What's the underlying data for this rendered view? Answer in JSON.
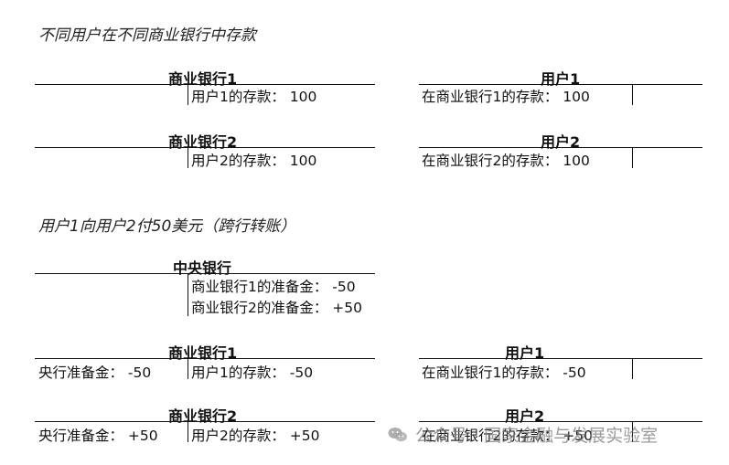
{
  "sections": {
    "s1": "不同用户在不同商业银行中存款",
    "s2": "用户1向用户2付50美元（跨行转账）"
  },
  "before": {
    "bank1": {
      "title": "商业银行1",
      "right": "用户1的存款：  100"
    },
    "user1": {
      "title": "用户1",
      "left": "在商业银行1的存款：  100"
    },
    "bank2": {
      "title": "商业银行2",
      "right": "用户2的存款：  100"
    },
    "user2": {
      "title": "用户2",
      "left": "在商业银行2的存款：  100"
    }
  },
  "after": {
    "central": {
      "title": "中央银行",
      "right1": "商业银行1的准备金：  -50",
      "right2": "商业银行2的准备金：  +50"
    },
    "bank1": {
      "title": "商业银行1",
      "left": "央行准备金：  -50",
      "right": "用户1的存款：  -50"
    },
    "user1": {
      "title": "用户1",
      "left": "在商业银行1的存款：  -50"
    },
    "bank2": {
      "title": "商业银行2",
      "left": "央行准备金：  +50",
      "right": "用户2的存款：  +50"
    },
    "user2": {
      "title": "用户2",
      "left": "在商业银行2的存款：  +50"
    }
  },
  "watermark": {
    "text": "公众号 · 国家金融与发展实验室",
    "icon": "wechat-icon"
  }
}
